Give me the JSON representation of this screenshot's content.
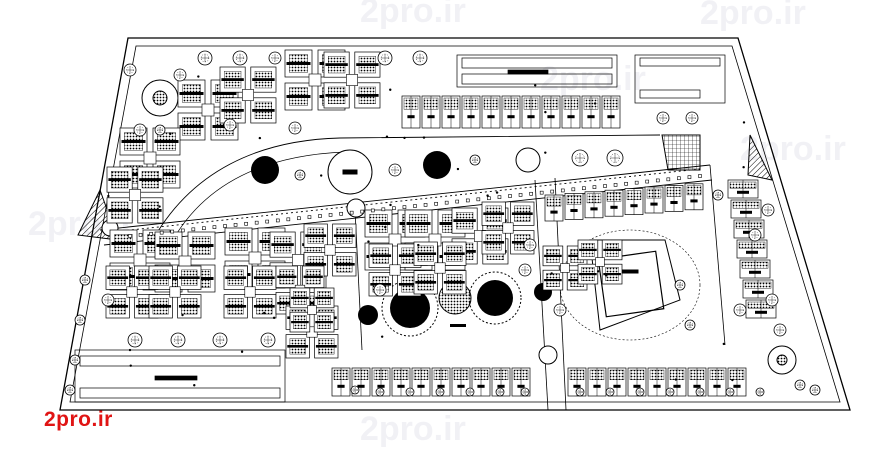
{
  "image_title": "",
  "watermark_text": "2pro.ir",
  "brand_logo_text": "2pro.ir",
  "colors": {
    "background": "#ffffff",
    "linework": "#000000",
    "watermark": "#e01414"
  },
  "plan_elements": [
    "site-boundary",
    "internal-roads",
    "residential-blocks",
    "row-houses",
    "tree-canopy",
    "roundabouts",
    "sports-court",
    "plazas",
    "hatched-corner-plazas"
  ]
}
